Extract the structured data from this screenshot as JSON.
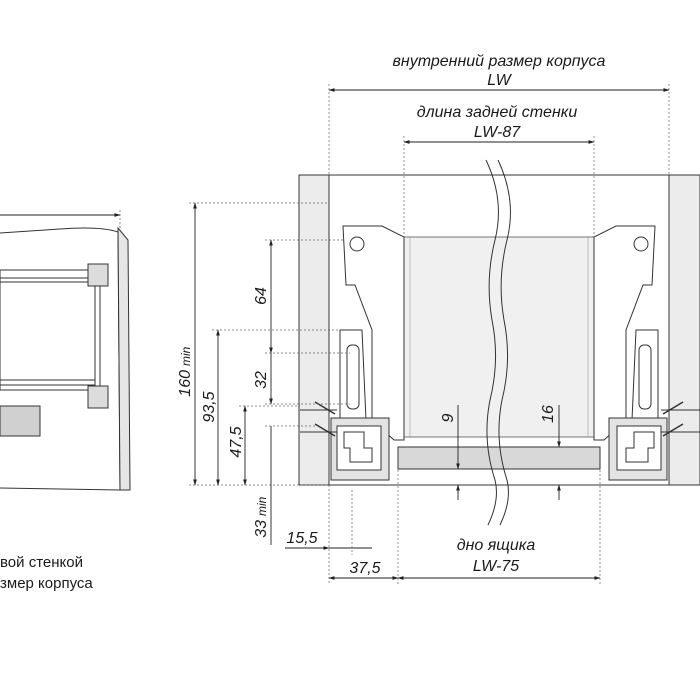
{
  "diagram": {
    "left_caption": {
      "line1": "вой стенкой",
      "line2": "змер корпуса"
    },
    "top_labels": {
      "inner_size_title": "внутренний размер корпуса",
      "inner_size_value": "LW",
      "back_wall_title": "длина задней стенки",
      "back_wall_value": "LW-87"
    },
    "bottom_labels": {
      "bottom_title": "дно ящика",
      "bottom_value": "LW-75"
    },
    "dimensions": {
      "height_total": "160",
      "min_suffix": "min",
      "d64": "64",
      "d32": "32",
      "d93_5": "93,5",
      "d47_5": "47,5",
      "d33": "33",
      "d15_5": "15,5",
      "d37_5": "37,5",
      "d9": "9",
      "d16": "16"
    },
    "colors": {
      "cabinet_panel": "#e6e6e6",
      "drawer_back": "#ececec",
      "line": "#222222"
    }
  }
}
